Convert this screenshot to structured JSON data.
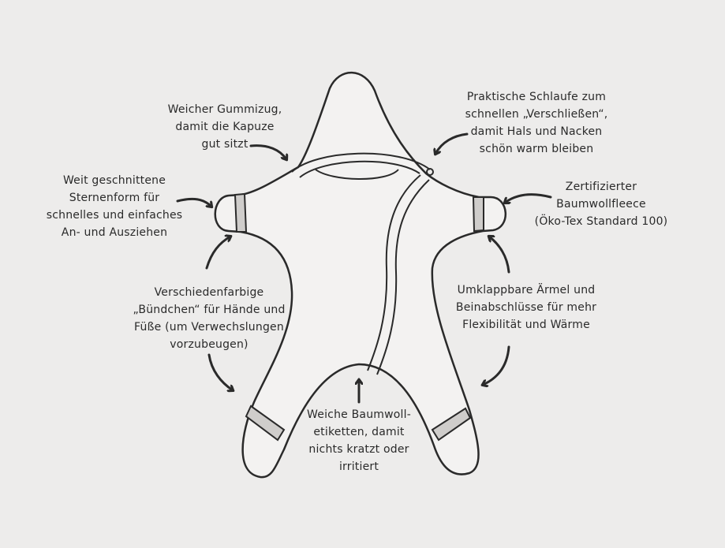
{
  "colors": {
    "background": "#edeceb",
    "ink": "#2a2a2a",
    "suit": "#f3f2f1"
  },
  "annotations": {
    "hood": [
      "Weicher Gummizug,",
      "damit die Kapuze",
      "gut sitzt"
    ],
    "loop": [
      "Praktische Schlaufe zum",
      "schnellen „Verschließen“,",
      "damit Hals und Nacken",
      "schön warm bleiben"
    ],
    "star_shape": [
      "Weit geschnittene",
      "Sternenform für",
      "schnelles und einfaches",
      "An- und Ausziehen"
    ],
    "fleece": [
      "Zertifizierter",
      "Baumwollfleece",
      "(Öko-Tex Standard 100)"
    ],
    "cuffs": [
      "Verschiedenfarbige",
      "„Bündchen“ für Hände und",
      "Füße (um Verwechslungen",
      "vorzubeugen)"
    ],
    "foldable": [
      "Umklappbare Ärmel und",
      "Beinabschlüsse für mehr",
      "Flexibilität und Wärme"
    ],
    "labels": [
      "Weiche Baumwoll-",
      "etiketten, damit",
      "nichts kratzt oder",
      "irritiert"
    ]
  }
}
